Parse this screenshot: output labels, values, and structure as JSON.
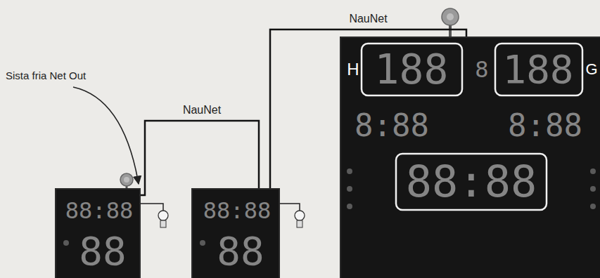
{
  "diagram": {
    "nodes": [
      {
        "text": [
          "88:88",
          "88"
        ]
      },
      {
        "text": [
          "88:88",
          "88"
        ]
      },
      {
        "text": [
          "H",
          "188",
          "8",
          "188",
          "G",
          "8:88",
          "8:88",
          "88:88"
        ]
      }
    ],
    "edges": [
      {
        "from": 0,
        "to": 1,
        "arrow": "none",
        "label": "NauNet"
      },
      {
        "from": 1,
        "to": 2,
        "arrow": "none",
        "label": "NauNet"
      }
    ],
    "labels": [
      "Sista fria Net Out"
    ]
  }
}
